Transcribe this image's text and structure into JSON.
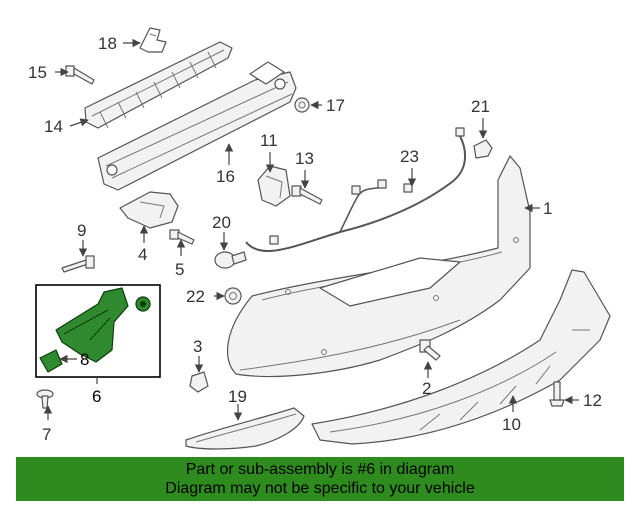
{
  "callouts": [
    "1",
    "2",
    "3",
    "4",
    "5",
    "6",
    "7",
    "8",
    "9",
    "10",
    "11",
    "12",
    "13",
    "14",
    "15",
    "16",
    "17",
    "18",
    "19",
    "20",
    "21",
    "22",
    "23"
  ],
  "highlight": {
    "part_number": "6",
    "color": "#2f8a2f",
    "border_color": "#000000"
  },
  "banner": {
    "line1": "Part or sub-assembly is #6 in diagram",
    "line2": "Diagram may not be specific to your vehicle",
    "background": "#2e8b1e"
  }
}
